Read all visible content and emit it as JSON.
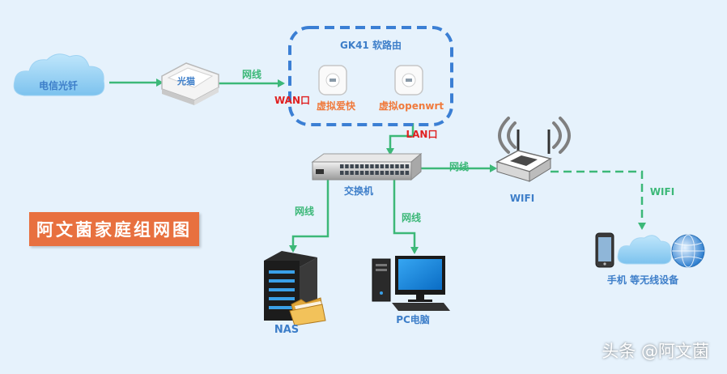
{
  "title": "阿文菌家庭组网图",
  "watermark": "头条 @阿文菌",
  "nodes": {
    "fiber": "电信光钎",
    "modem": "光猫",
    "router_group": "GK41 软路由",
    "ikuai": "虚拟爱快",
    "openwrt": "虚拟openwrt",
    "switch": "交换机",
    "wifi": "WIFI",
    "nas": "NAS",
    "pc": "PC电脑",
    "wireless_devices": "手机 等无线设备"
  },
  "ports": {
    "wan": "WAN口",
    "lan": "LAN口"
  },
  "links": {
    "modem_router": "网线",
    "switch_wifi": "网线",
    "switch_nas": "网线",
    "switch_pc": "网线",
    "wifi_devices": "WIFI"
  },
  "colors": {
    "link": "#3cb878",
    "label_blue": "#3d7ec9",
    "label_orange": "#f07a3c",
    "port_red": "#e02020",
    "group_border": "#3b7fd4"
  }
}
